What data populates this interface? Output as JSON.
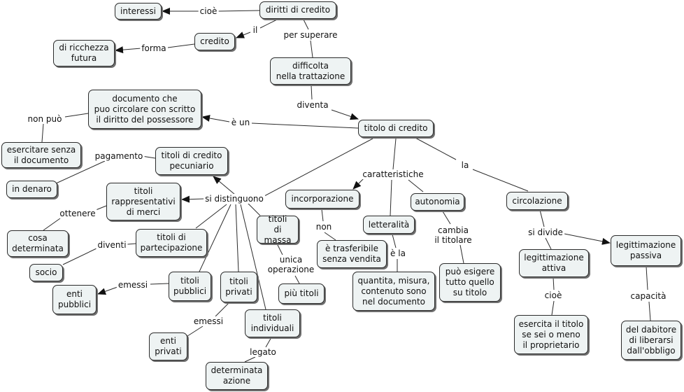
{
  "concept_map": {
    "nodes": {
      "diritti_credito": "diritti di credito",
      "interessi": "interessi",
      "credito": "credito",
      "ricchezza_futura": "di ricchezza\nfutura",
      "difficolta": "difficolta\nnella trattazione",
      "documento": "documento che\npuo circolare con scritto\nil diritto del possessore",
      "esercitare": "esercitare senza\nil documento",
      "titolo_credito": "titolo di credito",
      "titoli_pecuniario": "titoli di credito\npecuniario",
      "in_denaro": "in denaro",
      "titoli_merci": "titoli\nrappresentativi\ndi merci",
      "cosa_determinata": "cosa\ndeterminata",
      "titoli_partecipazione": "titoli di\npartecipazione",
      "socio": "socio",
      "titoli_pubblici": "titoli\npubblici",
      "enti_pubblici": "enti\npubblici",
      "titoli_privati": "titoli\nprivati",
      "enti_privati": "enti\nprivati",
      "titoli_individuali": "titoli\nindividuali",
      "determinata_azione": "determinata\nazione",
      "titoli_massa": "titoli\ndi massa",
      "piu_titoli": "più titoli",
      "incorporazione": "incorporazione",
      "trasferibile": "è trasferibile\nsenza vendita",
      "letteralita": "letteralità",
      "quantita": "quantita, misura,\ncontenuto sono\nnel documento",
      "autonomia": "autonomia",
      "esigere": "può esigere\ntutto quello\nsu titolo",
      "circolazione": "circolazione",
      "legittimazione_attiva": "legittimazione\nattiva",
      "esercita_titolo": "esercita il titolo\nse sei o meno\nil proprietario",
      "legittimazione_passiva": "legittimazione\npassiva",
      "dabitore": "del dabitore\ndi liberarsi\ndall'obbligo"
    },
    "links": {
      "cioe_top": "cioè",
      "il": "il",
      "per_superare": "per superare",
      "forma": "forma",
      "diventa": "diventa",
      "e_un": "è un",
      "non_puo": "non può",
      "pagamento": "pagamento",
      "si_distinguono": "si distinguono",
      "ottenere": "ottenere",
      "diventi": "diventi",
      "emessi_pub": "emessi",
      "emessi_priv": "emessi",
      "legato": "legato",
      "unica_operazione": "unica\noperazione",
      "caratteristiche": "caratteristiche",
      "non": "non",
      "e_la": "è la",
      "cambia_titolare": "cambia\nil titolare",
      "la": "la",
      "si_divide": "si divide",
      "cioe_bottom": "cioè",
      "capacita": "capacità"
    },
    "colors": {
      "node_fill": "#eef3f3",
      "node_border": "#2b2b2b",
      "line": "#2b2b2b"
    }
  }
}
